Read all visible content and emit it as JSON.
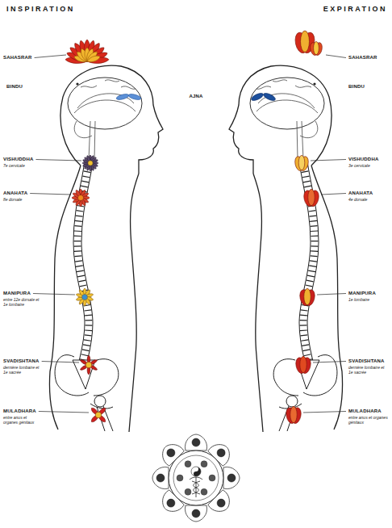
{
  "diagram": {
    "labels": [
      "INSPIRATION",
      "EXPIRATION",
      "SAHASRAR",
      "BINDU",
      "AJNA",
      "SAHASRAR",
      "BINDU",
      "VISHUDDHA",
      "7e cervicale",
      "VISHUDDHA",
      "3e cervicale",
      "ANAHATA",
      "8e dorsale",
      "ANAHATA",
      "4e dorsale",
      "MANIPURA",
      "entre 12e dorsale et 1e lombaire",
      "MANIPURA",
      "1e lombaire",
      "SVADISHTANA",
      "dernière lombaire et 1e sacrée",
      "SVADISHTANA",
      "dernière lombaire et 1e sacrée",
      "MULADHARA",
      "entre anus et organes génitaux",
      "MULADHARA",
      "entre anus et organes génitaux"
    ]
  }
}
